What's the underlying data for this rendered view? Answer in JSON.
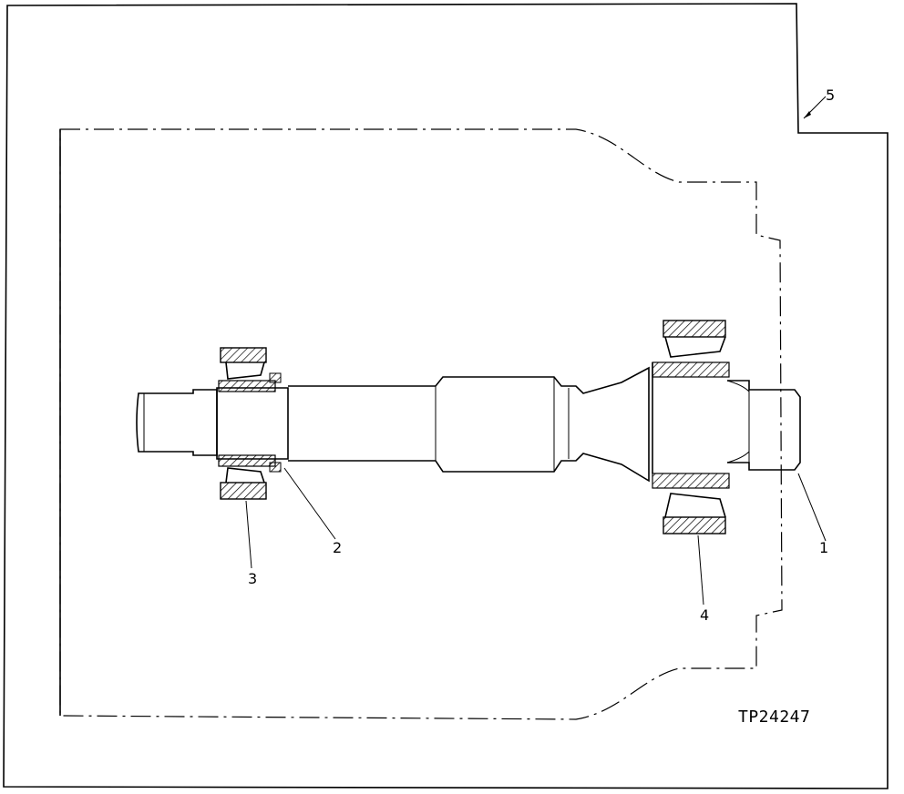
{
  "figure": {
    "id_label": "TP24247"
  },
  "callouts": [
    {
      "number": "1"
    },
    {
      "number": "2"
    },
    {
      "number": "3"
    },
    {
      "number": "4"
    },
    {
      "number": "5"
    }
  ]
}
